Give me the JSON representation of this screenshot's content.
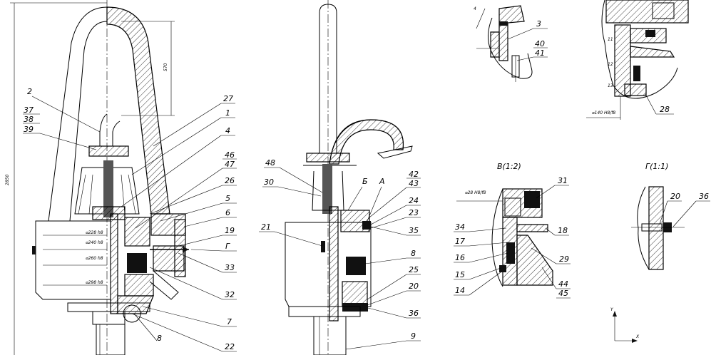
{
  "main_view": {
    "labels": {
      "n2": "2",
      "n37": "37",
      "n38": "38",
      "n39": "39",
      "n27": "27",
      "n1": "1",
      "n4": "4",
      "n46": "46",
      "n47": "47",
      "n26": "26",
      "n5": "5",
      "n6": "6",
      "n19": "19",
      "nG": "Г",
      "n33": "33",
      "n32": "32",
      "n7": "7",
      "n8": "8",
      "n22": "22"
    },
    "dim_vertical": "570",
    "dim_overall": "2850",
    "dims_small": [
      "⌀228 h8",
      "⌀240 h8",
      "⌀260 h8",
      "⌀298 h8"
    ]
  },
  "middle_view": {
    "labels": {
      "n48": "48",
      "n30": "30",
      "nB": "Б",
      "nA": "А",
      "n42": "42",
      "n43": "43",
      "n24": "24",
      "n23": "23",
      "n35": "35",
      "n21": "21",
      "n8": "8",
      "n25": "25",
      "n20": "20",
      "n36": "36",
      "n9": "9"
    }
  },
  "detail_A": {
    "labels": {
      "n4": "4",
      "n3": "3",
      "n40": "40",
      "n41": "41"
    }
  },
  "detail_B": {
    "labels": {
      "n11": "11",
      "n12": "12",
      "n13": "13",
      "n28": "28"
    },
    "dim": "⌀140 H8/f8"
  },
  "section_V": {
    "title": "В(1:2)",
    "dim": "⌀28 H8/f8",
    "labels": {
      "n31": "31",
      "n34": "34",
      "n18": "18",
      "n17": "17",
      "n16": "16",
      "n29": "29",
      "n15": "15",
      "n14": "14",
      "n44": "44",
      "n45": "45"
    }
  },
  "section_G": {
    "title": "Г(1:1)",
    "labels": {
      "n20": "20",
      "n36": "36"
    }
  },
  "axes": {
    "y": "Y",
    "x": "X"
  }
}
